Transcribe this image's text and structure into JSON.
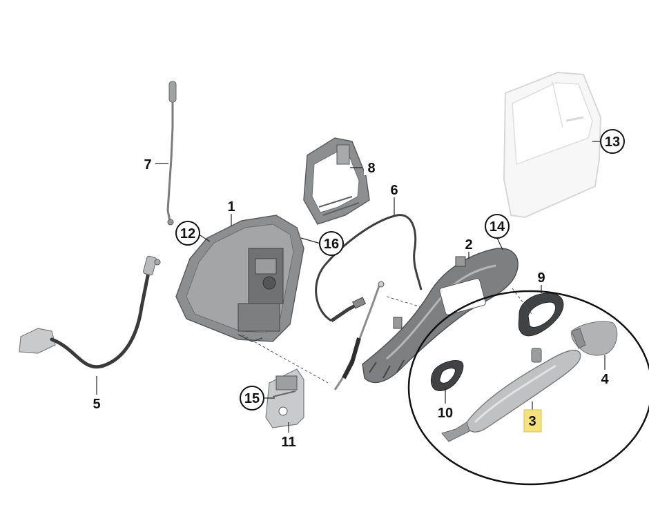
{
  "labels": [
    {
      "id": "1",
      "text": "1",
      "circled": false,
      "highlighted": false
    },
    {
      "id": "2",
      "text": "2",
      "circled": false,
      "highlighted": false
    },
    {
      "id": "3",
      "text": "3",
      "circled": false,
      "highlighted": true
    },
    {
      "id": "4",
      "text": "4",
      "circled": false,
      "highlighted": false
    },
    {
      "id": "5",
      "text": "5",
      "circled": false,
      "highlighted": false
    },
    {
      "id": "6",
      "text": "6",
      "circled": false,
      "highlighted": false
    },
    {
      "id": "7",
      "text": "7",
      "circled": false,
      "highlighted": false
    },
    {
      "id": "8",
      "text": "8",
      "circled": false,
      "highlighted": false
    },
    {
      "id": "9",
      "text": "9",
      "circled": false,
      "highlighted": false
    },
    {
      "id": "10",
      "text": "10",
      "circled": false,
      "highlighted": false
    },
    {
      "id": "11",
      "text": "11",
      "circled": false,
      "highlighted": false
    },
    {
      "id": "12",
      "text": "12",
      "circled": true,
      "highlighted": false
    },
    {
      "id": "13",
      "text": "13",
      "circled": true,
      "highlighted": false
    },
    {
      "id": "14",
      "text": "14",
      "circled": true,
      "highlighted": false
    },
    {
      "id": "15",
      "text": "15",
      "circled": true,
      "highlighted": false
    },
    {
      "id": "16",
      "text": "16",
      "circled": true,
      "highlighted": false
    }
  ],
  "colors": {
    "highlight": "#f5e27a",
    "highlight_border": "#d8c24a",
    "ellipse": "#111111",
    "part_gray": "#8c8e90",
    "part_light": "#c8cacc"
  }
}
